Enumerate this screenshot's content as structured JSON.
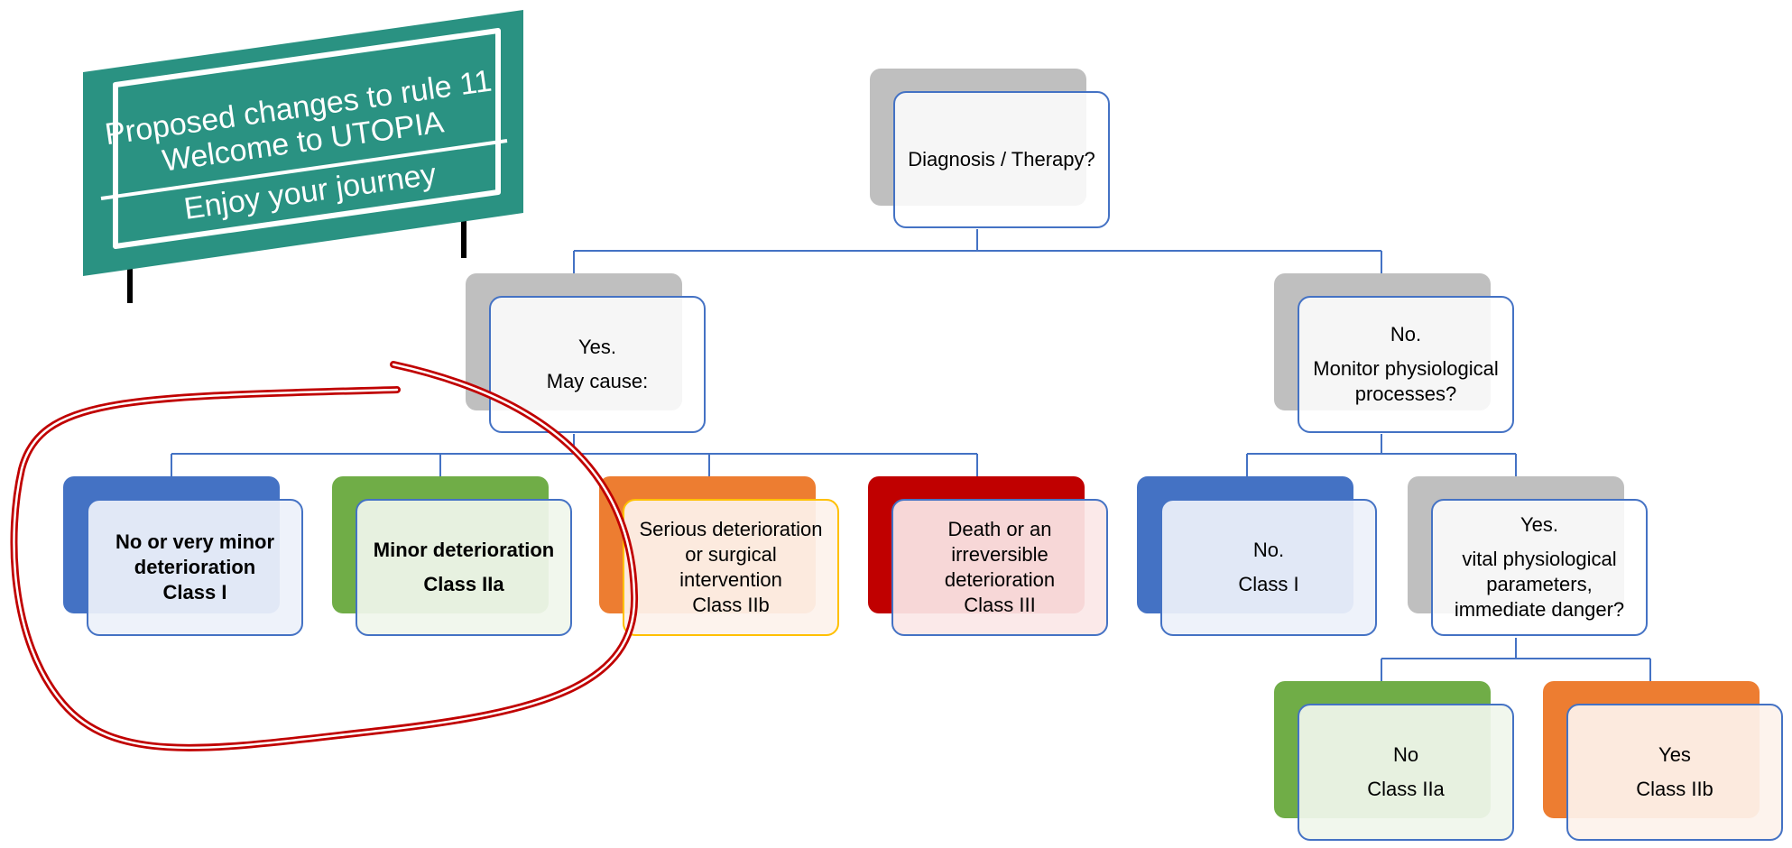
{
  "sign": {
    "line1": "Proposed changes to rule 11",
    "line2": "Welcome to UTOPIA",
    "line3": "Enjoy your journey",
    "color": "#2A9282"
  },
  "nodes": {
    "root": {
      "l1": "Diagnosis / Therapy?",
      "l2": ""
    },
    "yes": {
      "l1": "Yes.",
      "l2": "May cause:"
    },
    "no": {
      "l1": "No.",
      "l2": "Monitor physiological processes?"
    },
    "class1": {
      "l1": "No or very minor deterioration",
      "l2": "Class I"
    },
    "class2a": {
      "l1": "Minor deterioration",
      "l2": "Class IIa"
    },
    "class2b": {
      "l1": "Serious deterioration or surgical intervention",
      "l2": "Class IIb"
    },
    "class3": {
      "l1": "Death or an irreversible deterioration",
      "l2": "Class III"
    },
    "no_class1": {
      "l1": "No.",
      "l2": "Class I"
    },
    "vital": {
      "l1": "Yes.",
      "l2": "vital physiological parameters, immediate danger?"
    },
    "no_2a": {
      "l1": "No",
      "l2": "Class IIa"
    },
    "yes_2b": {
      "l1": "Yes",
      "l2": "Class IIb"
    }
  },
  "colors": {
    "connector": "#4472C4",
    "gray": "#BFBFBF",
    "blue": "#4472C4",
    "green": "#70AD47",
    "orange": "#ED7D31",
    "red": "#C00000",
    "yellow_border": "#FFC000",
    "annotation": "#C00000"
  }
}
